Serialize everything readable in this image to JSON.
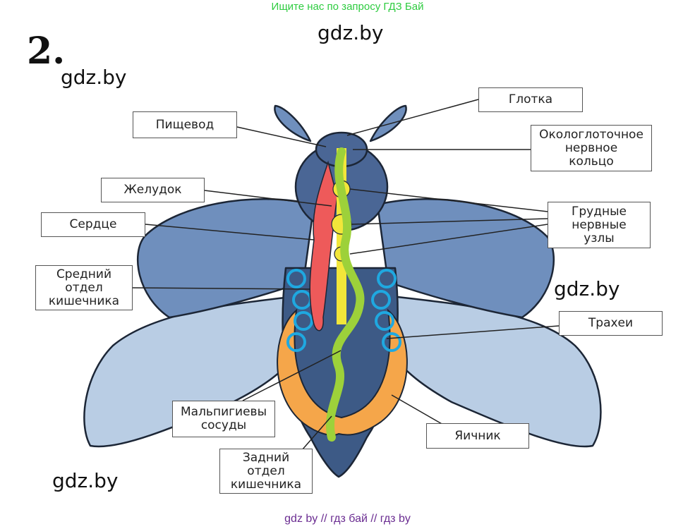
{
  "header_note": "Ищите нас по запросу ГДЗ Бай",
  "watermark": "gdz.by",
  "task_number": "2.",
  "footer": "gdz by  //  гдз бай  //  гдз by",
  "labels": {
    "glotka": "Глотка",
    "pishchevod": "Пищевод",
    "okologlotochnoe": "Окологлоточное\nнервное\nкольцо",
    "zheludok": "Желудок",
    "grudnye": "Грудные\nнервные\nузлы",
    "serdtse": "Сердце",
    "sredniy": "Средний\nотдел\nкишечника",
    "trahei": "Трахеи",
    "malpigievy": "Мальпигиевы\nсосуды",
    "yaichnik": "Яичник",
    "zadniy": "Задний\nотдел\nкишечника"
  }
}
